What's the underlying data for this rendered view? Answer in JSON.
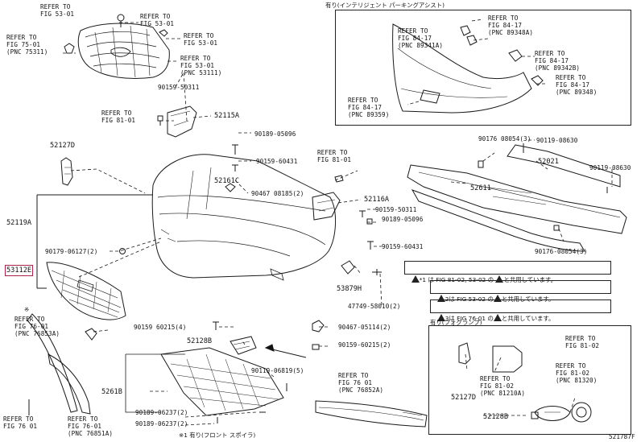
{
  "labels": {
    "refer_53_01_a": "REFER TO\nFIG 53-01",
    "refer_53_01_b": "REFER TO\nFIG 53-01",
    "refer_53_01_c": "REFER TO\nFIG 53-01",
    "refer_53_01_pnc": "REFER TO\nFIG 53-01\n(PNC 53111)",
    "refer_75_01": "REFER TO\nFIG 75-01\n(PNC 75311)",
    "p90159_50311": "90159-50311",
    "refer_81_01_a": "REFER TO\nFIG 81-01",
    "p52115A": "52115A",
    "p90189_05096_a": "90189-05096",
    "p90159_60431_a": "90159-60431",
    "refer_81_01_b": "REFER TO\nFIG 81-01",
    "p52127D": "52127D",
    "p52161C": "52161C",
    "p90467_08185": "90467 08185(2)",
    "p52116A": "52116A",
    "p90159_50311_b": "90159-50311",
    "p90189_05096_b": "90189-05096",
    "p52119A": "52119A",
    "p90179_06127": "90179-06127(2)",
    "p90159_60431_b": "90159-60431",
    "p53112E": "53112E",
    "p53879H": "53879H",
    "p47749": "47749-58010(2)",
    "refer_76_01_a": "REFER TO\nFIG 76-01\n(PNC 76853A)",
    "p90159_60215_a": "90159 60215(4)",
    "p90467_05114": "90467-05114(2)",
    "p52128B_a": "52128B",
    "p90159_60215_b": "90159-60215(2)",
    "p90119_06819": "90119-06819(5)",
    "refer_76_01_b": "REFER TO\nFIG 76 01\n(PNC 76852A)",
    "p5261B": "5261B",
    "p90189_06237_a": "90189-06237(2)",
    "p90189_06237_b": "90189-06237(2)",
    "refer_76_01_c": "REFER TO\nFIG 76-01\n(PNC 76851A)",
    "refer_76_01_d": "REFER TO\nFIG 76 01",
    "inset_top_title": "有り(インテリジェント パーキングアシスト)",
    "refer_84_17_a": "REFER TO\nFIG 84-17\n(PNC 89348A)",
    "refer_84_17_b": "REFER TO\nFIG 84-17\n(PNC 89341A)",
    "refer_84_17_c": "REFER TO\nFIG 84-17\n(PNC 89342B)",
    "refer_84_17_d": "REFER TO\nFIG 84-17\n(PNC 89348)",
    "refer_84_17_e": "REFER TO\nFIG 84-17\n(PNC 89359)",
    "p90176_08054_a": "90176 08054(3)",
    "p90119_08630_a": "90119-08630",
    "p52021": "52021",
    "p90119_08630_b": "90119-08630",
    "p52611": "52611",
    "p90176_08054_b": "90176-08054(3)",
    "note_1": "*1 は FIG 81-02, 53-02 の",
    "note_1b": "と共用しています。",
    "note_2a": "は FIG 53-02 の",
    "note_2b": "と共用しています。",
    "note_3a": "は FIG 76-01 の",
    "note_3b": "と共用しています。",
    "inset_fog_title": "有り(フォグランプ)",
    "refer_81_02_a": "REFER TO\nFIG 81-02",
    "refer_81_02_b": "REFER TO\nFIG 81-02\n(PNC 81210A)",
    "refer_81_02_c": "REFER TO\nFIG 81-02\n(PNC 81320)",
    "p52127D_b": "52127D",
    "p52128B_b": "52128B",
    "note_front_spoiler": "※1 有り(フロント スポイラ)",
    "note_star": "※",
    "note_star_left": "※1",
    "tri_1": "1",
    "tri_2": "2",
    "tri_3": "3",
    "diagram_id": "521787F"
  }
}
